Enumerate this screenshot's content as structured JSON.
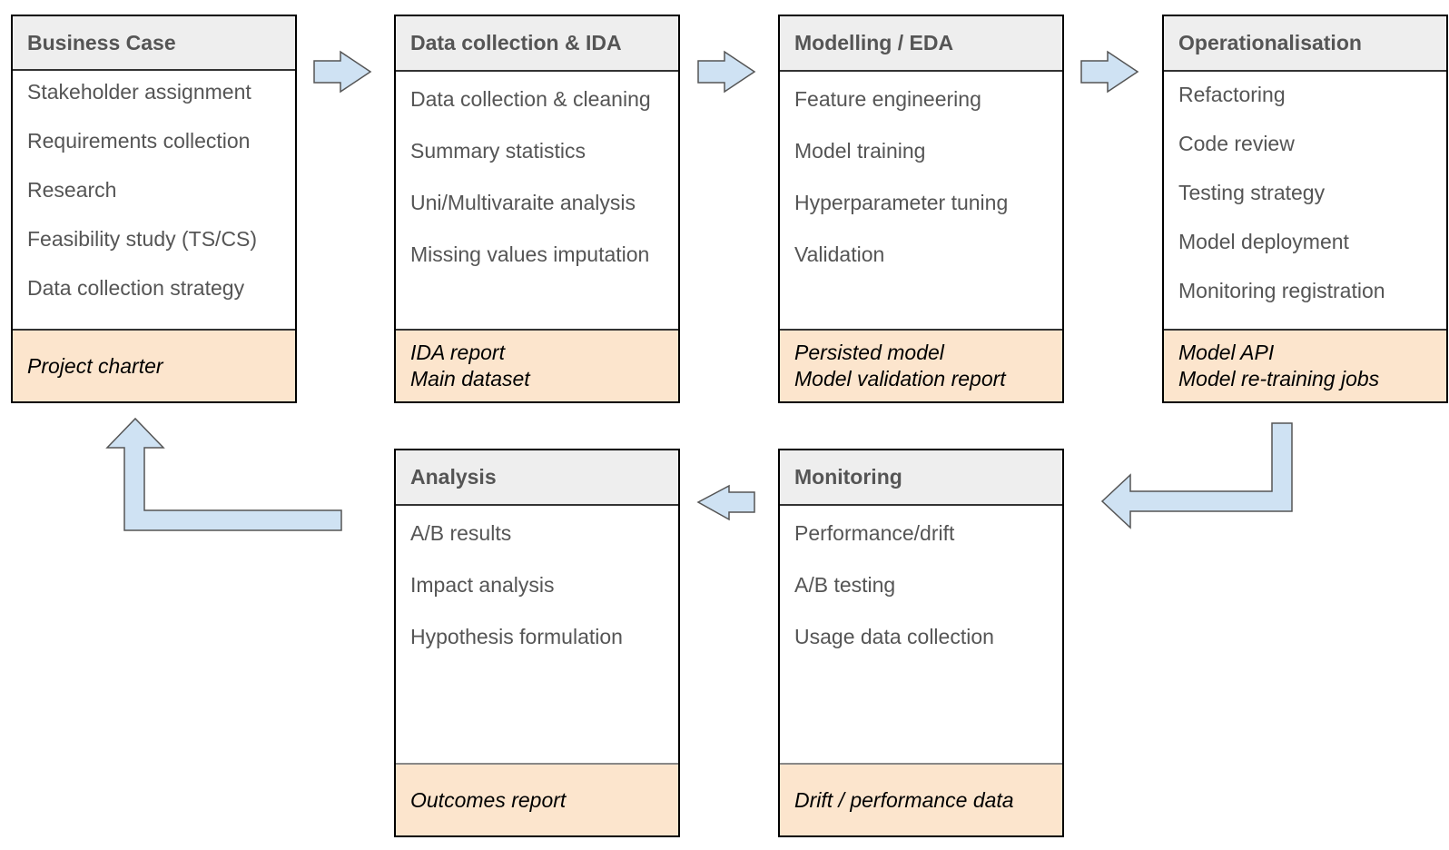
{
  "colors": {
    "header_bg": "#eeeeee",
    "footer_bg": "#fce5cd",
    "arrow_fill": "#cfe2f3",
    "arrow_stroke": "#555555",
    "item_text": "#555555"
  },
  "stages": [
    {
      "title": "Business Case",
      "items": [
        "Stakeholder assignment",
        "Requirements collection",
        "Research",
        "Feasibility study (TS/CS)",
        "Data collection strategy"
      ],
      "outputs": [
        "Project charter"
      ]
    },
    {
      "title": "Data collection & IDA",
      "items": [
        "Data collection & cleaning",
        "Summary statistics",
        "Uni/Multivaraite analysis",
        "Missing values imputation"
      ],
      "outputs": [
        "IDA report",
        "Main dataset"
      ]
    },
    {
      "title": "Modelling / EDA",
      "items": [
        "Feature engineering",
        "Model training",
        "Hyperparameter tuning",
        "Validation"
      ],
      "outputs": [
        "Persisted model",
        "Model validation report"
      ]
    },
    {
      "title": "Operationalisation",
      "items": [
        "Refactoring",
        "Code review",
        "Testing strategy",
        "Model deployment",
        "Monitoring registration"
      ],
      "outputs": [
        "Model API",
        "Model re-training jobs"
      ]
    },
    {
      "title": "Monitoring",
      "items": [
        "Performance/drift",
        "A/B testing",
        "Usage data collection"
      ],
      "outputs": [
        "Drift / performance data"
      ]
    },
    {
      "title": "Analysis",
      "items": [
        "A/B results",
        "Impact analysis",
        "Hypothesis formulation"
      ],
      "outputs": [
        "Outcomes report"
      ]
    }
  ]
}
